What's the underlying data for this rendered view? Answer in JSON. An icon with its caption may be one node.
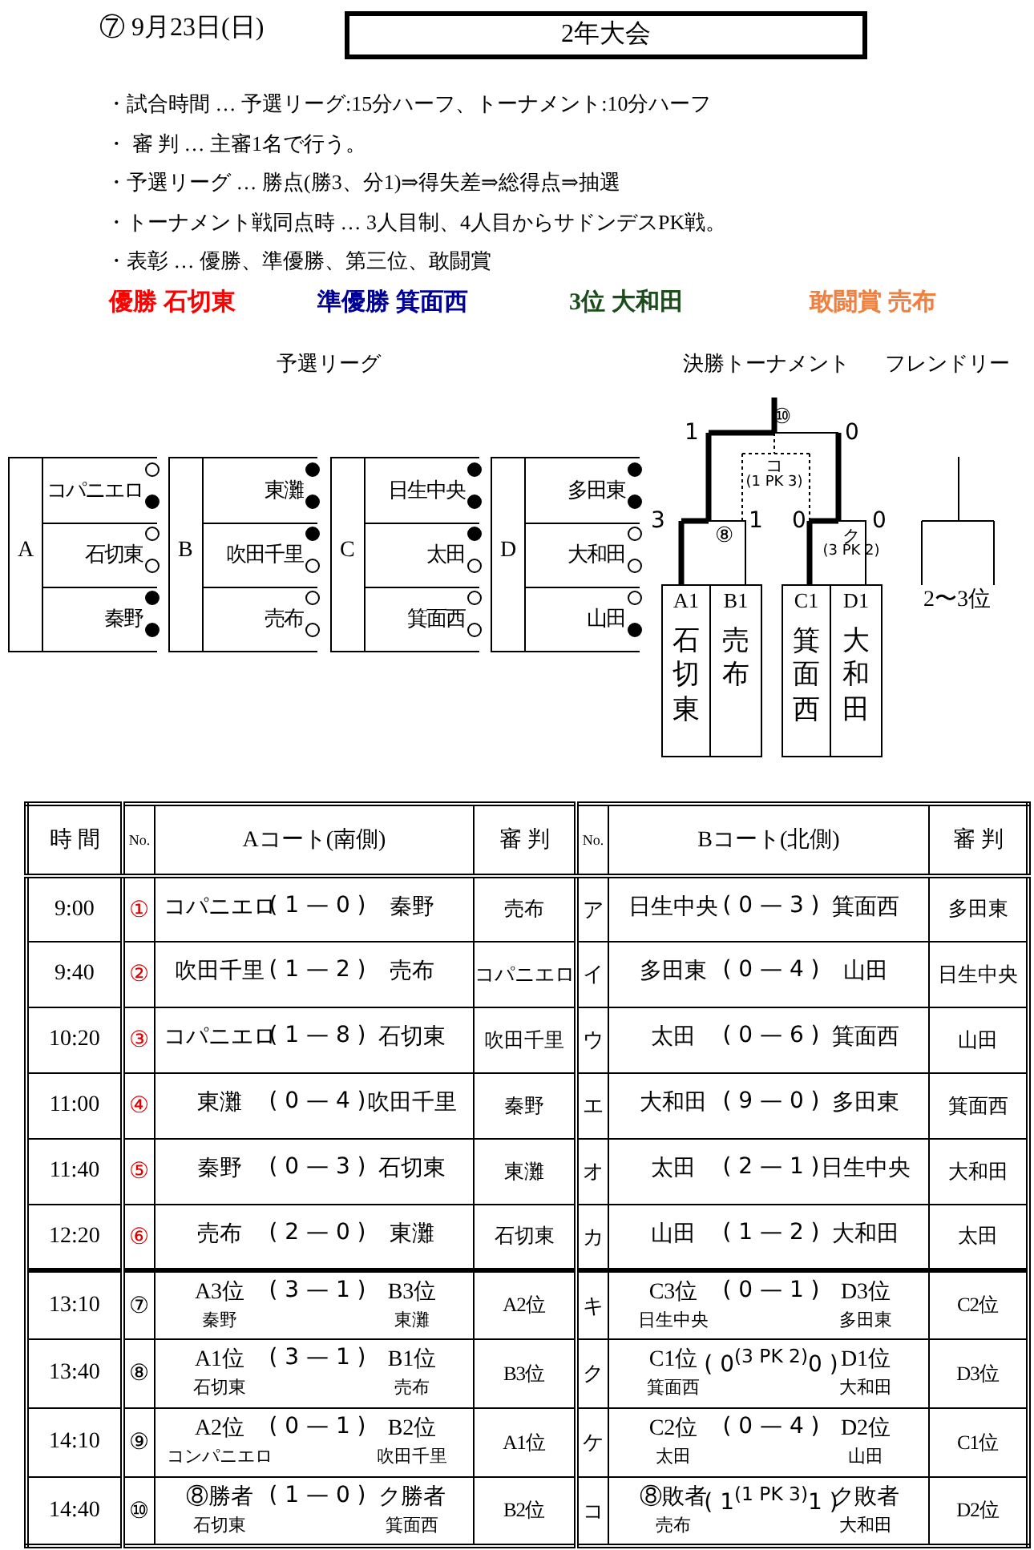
{
  "diagram": {
    "title": "2年大会",
    "labels": [
      "⑦ 9月23日(日)",
      "・試合時間 … 予選リーグ:15分ハーフ、トーナメント:10分ハーフ",
      "・ 審 判 … 主審1名で行う。",
      "・予選リーグ … 勝点(勝3、分1)⇒得失差⇒総得点⇒抽選",
      "・トーナメント戦同点時 … 3人目制、4人目からサドンデスPK戦。",
      "・表彰 … 優勝、準優勝、第三位、敢闘賞",
      "優勝 石切東",
      "準優勝 箕面西",
      "3位 大和田",
      "敢闘賞 売布",
      "予選リーグ",
      "決勝トーナメント",
      "フレンドリー",
      "A",
      "コパニエロ",
      "石切東",
      "秦野",
      "B",
      "東灘",
      "吹田千里",
      "売布",
      "C",
      "日生中央",
      "太田",
      "箕面西",
      "D",
      "多田東",
      "大和田",
      "山田",
      "⑩",
      "1",
      "0",
      "コ",
      "(1 PK 3)",
      "3",
      "⑧",
      "1",
      "0",
      "ク",
      "(3 PK 2)",
      "0",
      "A1",
      "B1",
      "C1",
      "D1",
      "石切東",
      "売布",
      "箕面西",
      "大和田",
      "2〜3位",
      "時 間",
      "No.",
      "Aコート(南側)",
      "審 判",
      "No.",
      "Bコート(北側)",
      "審 判",
      "9:00",
      "①",
      "コパニエロ",
      "( 1 — 0 )",
      "秦野",
      "売布",
      "ア",
      "日生中央",
      "( 0 — 3 )",
      "箕面西",
      "多田東",
      "9:40",
      "②",
      "吹田千里",
      "( 1 — 2 )",
      "売布",
      "コパニエロ",
      "イ",
      "多田東",
      "( 0 — 4 )",
      "山田",
      "日生中央",
      "10:20",
      "③",
      "コパニエロ",
      "( 1 — 8 )",
      "石切東",
      "吹田千里",
      "ウ",
      "太田",
      "( 0 — 6 )",
      "箕面西",
      "山田",
      "11:00",
      "④",
      "東灘",
      "( 0 — 4 )",
      "吹田千里",
      "秦野",
      "エ",
      "大和田",
      "( 9 — 0 )",
      "多田東",
      "箕面西",
      "11:40",
      "⑤",
      "秦野",
      "( 0 — 3 )",
      "石切東",
      "東灘",
      "オ",
      "太田",
      "( 2 — 1 )",
      "日生中央",
      "大和田",
      "12:20",
      "⑥",
      "売布",
      "( 2 — 0 )",
      "東灘",
      "石切東",
      "カ",
      "山田",
      "( 1 — 2 )",
      "大和田",
      "太田",
      "13:10",
      "⑦",
      "A3位",
      "( 3 — 1 )",
      "B3位",
      "秦野",
      "東灘",
      "A2位",
      "キ",
      "C3位",
      "( 0 — 1 )",
      "D3位",
      "日生中央",
      "多田東",
      "C2位",
      "13:40",
      "⑧",
      "A1位",
      "( 3 — 1 )",
      "B1位",
      "石切東",
      "売布",
      "B3位",
      "ク",
      "C1位",
      "( 0$^{(3 PK 2)}$0 )",
      "D1位",
      "箕面西",
      "大和田",
      "D3位",
      "14:10",
      "⑨",
      "A2位",
      "( 0 — 1 )",
      "B2位",
      "コンパニエロ",
      "吹田千里",
      "A1位",
      "ケ",
      "C2位",
      "( 0 — 4 )",
      "D2位",
      "太田",
      "山田",
      "C1位",
      "14:40",
      "⑩",
      "⑧勝者",
      "( 1 — 0 )",
      "ク勝者",
      "石切東",
      "箕面西",
      "B2位",
      "コ",
      "⑧敗者",
      "( 1$^{(1 PK 3)}$1 )",
      "ク敗者",
      "売布",
      "大和田",
      "D2位"
    ]
  }
}
